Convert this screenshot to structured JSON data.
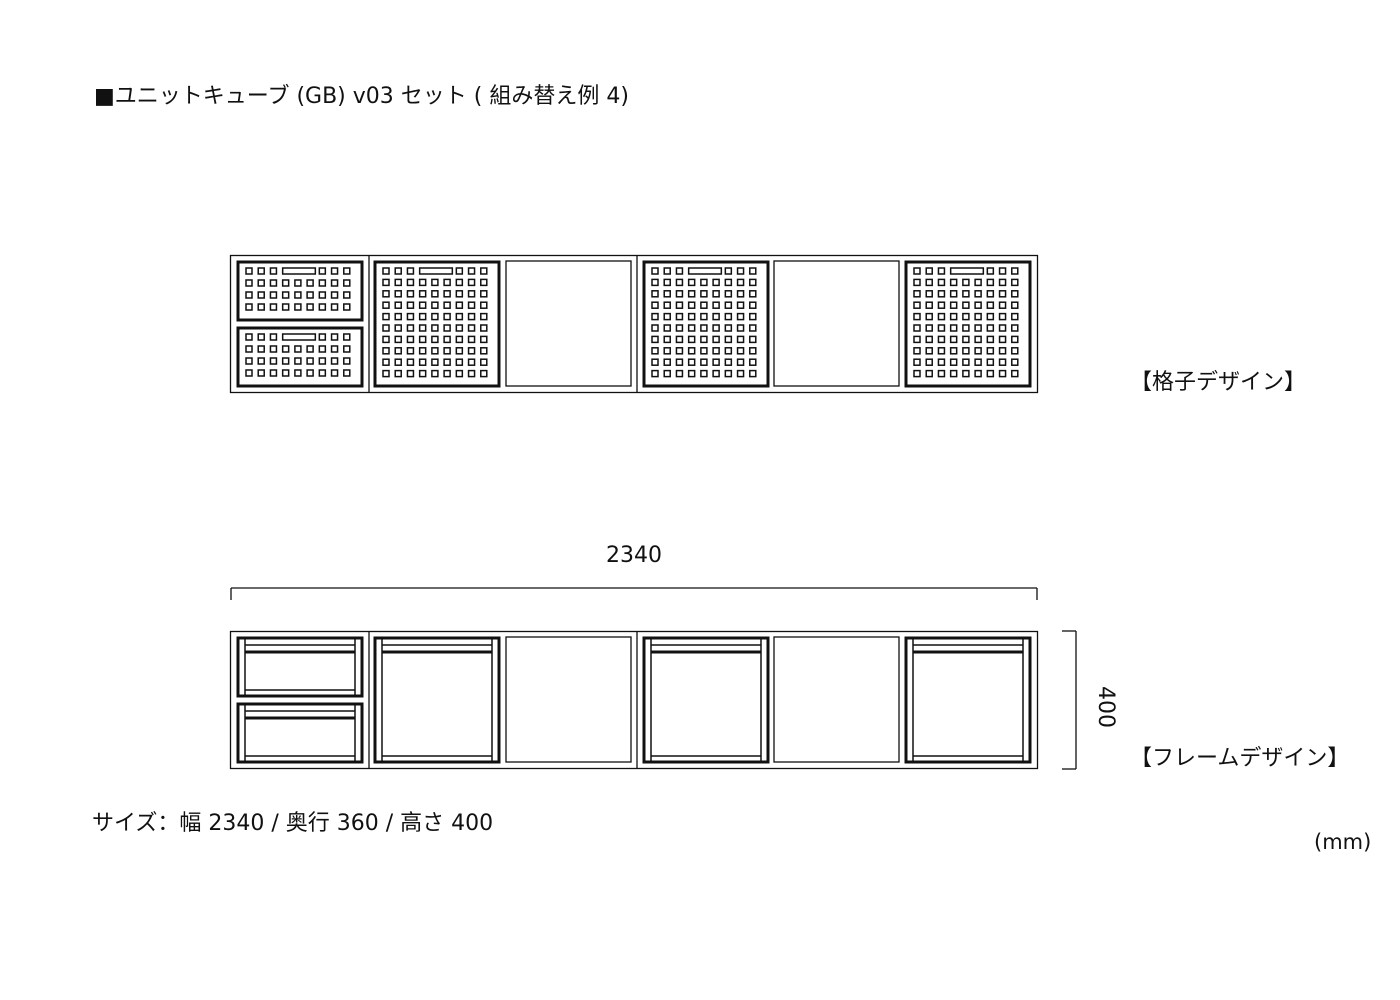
{
  "title": "■ユニットキューブ (GB) v03 セット ( 組み替え例 4)",
  "labels": {
    "grid_design": "【格子デザイン】",
    "frame_design": "【フレームデザイン】"
  },
  "dimensions": {
    "width": "2340",
    "height": "400"
  },
  "size_text": "サイズ：幅 2340 / 奥行 360 / 高さ 400",
  "unit": "(mm)"
}
